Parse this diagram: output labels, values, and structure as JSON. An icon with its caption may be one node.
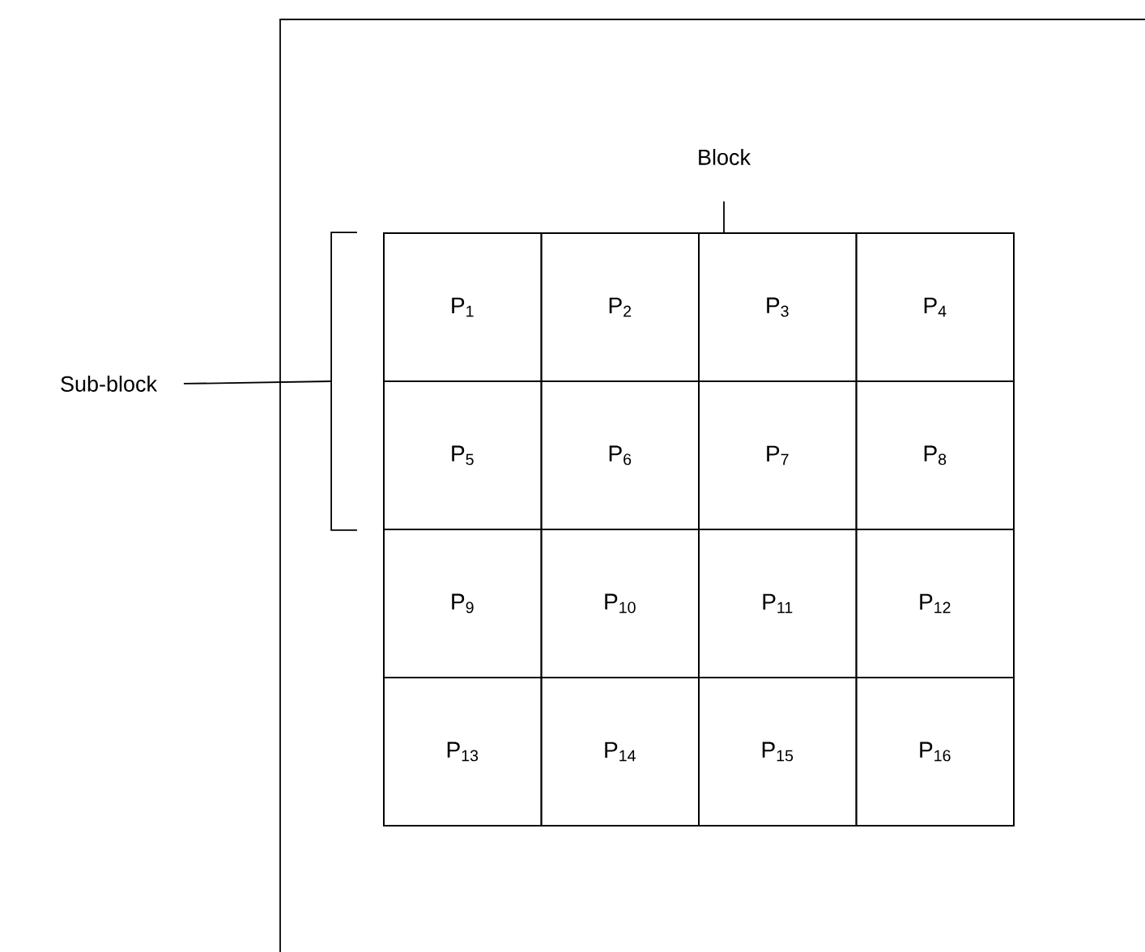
{
  "diagram": {
    "nodes": [
      {
        "text": [
          "Block"
        ]
      },
      {
        "text": [],
        "shape": "box"
      },
      {
        "text": [
          "P$_{1}$"
        ],
        "in": 1
      },
      {
        "text": [
          "P$_{2}$"
        ],
        "in": 1
      },
      {
        "text": [
          "P$_{3}$"
        ],
        "in": 1
      },
      {
        "text": [
          "P$_{4}$"
        ],
        "in": 1
      },
      {
        "text": [
          "P$_{5}$"
        ],
        "in": 1
      },
      {
        "text": [
          "P$_{6}$"
        ],
        "in": 1
      },
      {
        "text": [
          "P$_{7}$"
        ],
        "in": 1
      },
      {
        "text": [
          "P$_{8}$"
        ],
        "in": 1
      },
      {
        "text": [
          "P$_{9}$"
        ],
        "in": 1
      },
      {
        "text": [
          "P$_{10}$"
        ],
        "in": 1
      },
      {
        "text": [
          "P$_{11}$"
        ],
        "in": 1
      },
      {
        "text": [
          "P$_{12}$"
        ],
        "in": 1
      },
      {
        "text": [
          "P$_{13}$"
        ],
        "in": 1
      },
      {
        "text": [
          "P$_{14}$"
        ],
        "in": 1
      },
      {
        "text": [
          "P$_{15}$"
        ],
        "in": 1
      },
      {
        "text": [
          "P$_{16}$"
        ],
        "in": 1
      },
      {
        "text": [
          "Sub-block"
        ]
      },
      {
        "text": [],
        "shape": "bracket"
      }
    ],
    "edges": [
      {
        "from": 0,
        "to": 1,
        "arrow": "none"
      },
      {
        "from": 18,
        "to": 19,
        "arrow": "none"
      }
    ]
  }
}
